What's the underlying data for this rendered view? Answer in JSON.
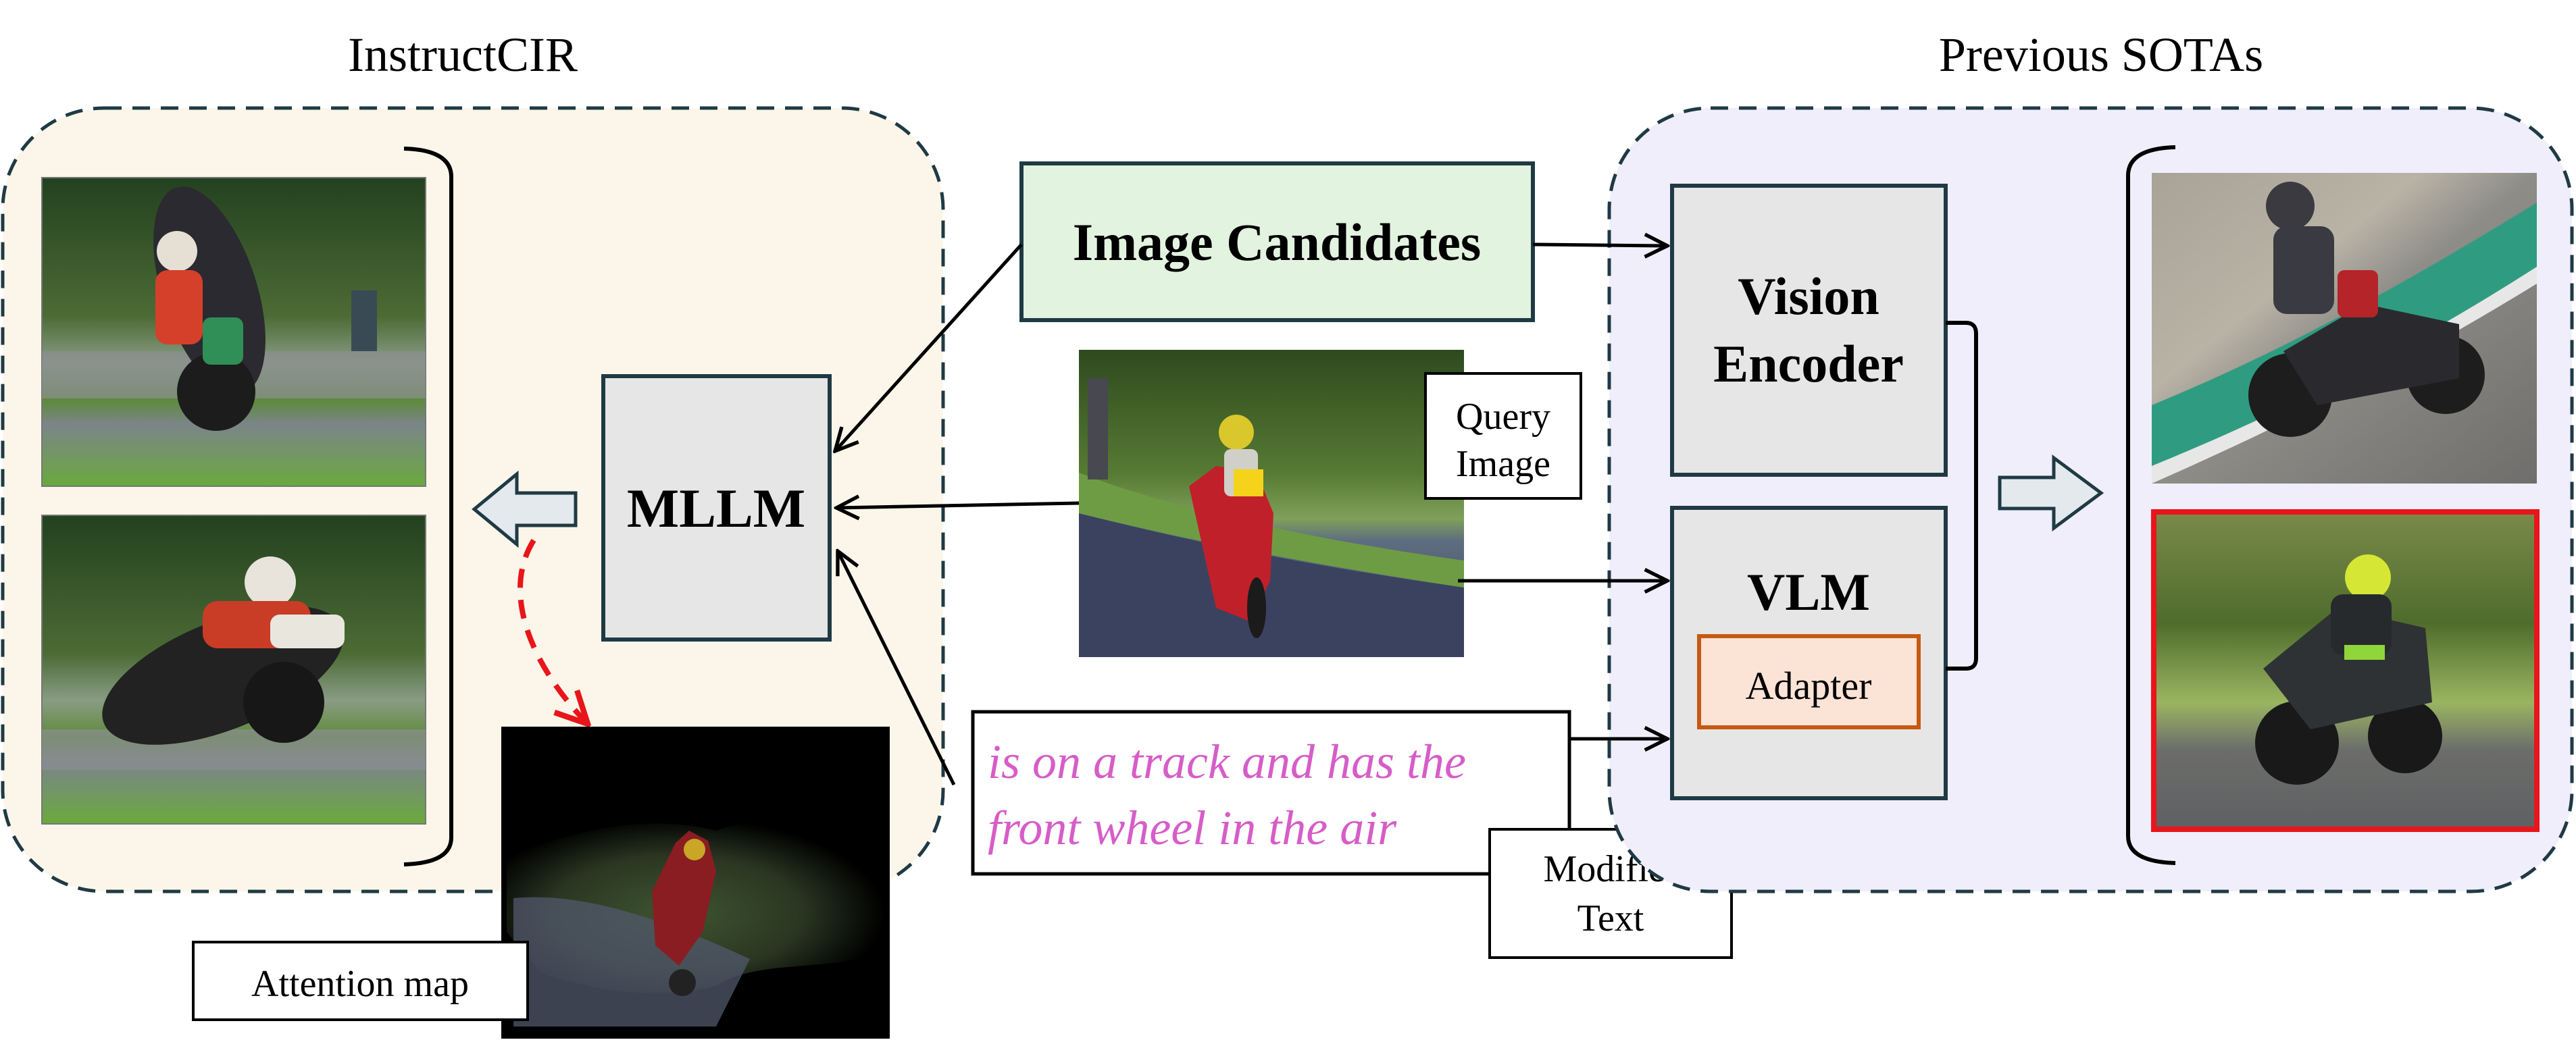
{
  "instruct_panel": {
    "title": "InstructCIR",
    "background": "#FBF6E9"
  },
  "sota_panel": {
    "title": "Previous SOTAs",
    "background": "#F0EEFB"
  },
  "mllm": {
    "label": "MLLM"
  },
  "image_candidates": {
    "label": "Image Candidates",
    "color": "#E2F3DF"
  },
  "query_image": {
    "label_line1": "Query",
    "label_line2": "Image"
  },
  "modifier_text": {
    "line1": "is on a track and has the",
    "line2": "front wheel in the air",
    "color": "#D65DC8"
  },
  "modifier_label": {
    "line1": "Modifier",
    "line2": "Text"
  },
  "vision_encoder": {
    "line1": "Vision",
    "line2": "Encoder"
  },
  "vlm": {
    "label": "VLM"
  },
  "adapter": {
    "label": "Adapter",
    "color": "#FBE3D6",
    "border": "#C55A11"
  },
  "attention_map": {
    "label": "Attention map"
  },
  "colors": {
    "box_fill": "#E6E6E6",
    "box_stroke": "#1F3A44",
    "highlight_border": "#E8151B",
    "dashed_arrow": "#E8151B"
  }
}
